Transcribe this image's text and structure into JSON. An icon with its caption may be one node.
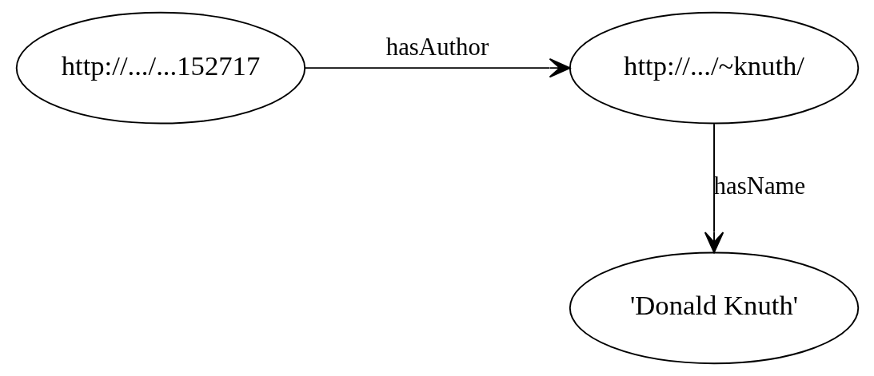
{
  "diagram": {
    "nodes": [
      {
        "text": [
          "http://.../...152717"
        ]
      },
      {
        "text": [
          "http://.../~knuth/"
        ]
      },
      {
        "text": [
          "'Donald Knuth'"
        ]
      }
    ],
    "edges": [
      {
        "from": 0,
        "to": 1,
        "arrow": "to",
        "label": "hasAuthor"
      },
      {
        "from": 1,
        "to": 2,
        "arrow": "to",
        "label": "hasName"
      }
    ]
  }
}
